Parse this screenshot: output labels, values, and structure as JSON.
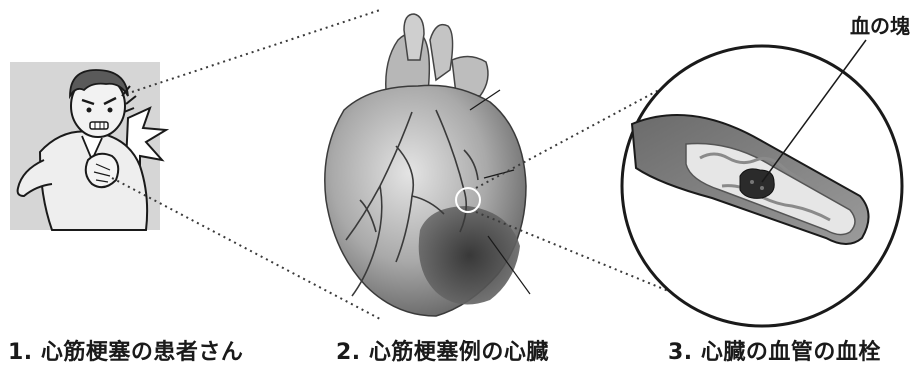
{
  "captions": {
    "patient": "1. 心筋梗塞の患者さん",
    "heart": "2. 心筋梗塞例の心臓",
    "vessel": "3. 心臓の血管の血栓"
  },
  "labels": {
    "clot": "血の塊"
  },
  "icons": {
    "patient": "patient-chest-pain-illustration",
    "heart": "heart-illustration",
    "vessel": "blood-vessel-illustration"
  },
  "colors": {
    "line": "#1a1a1a",
    "dotted": "#3a3a3a",
    "gray_light": "#d9d9d9",
    "gray_mid": "#9a9a9a",
    "gray_dark": "#4a4a4a"
  }
}
